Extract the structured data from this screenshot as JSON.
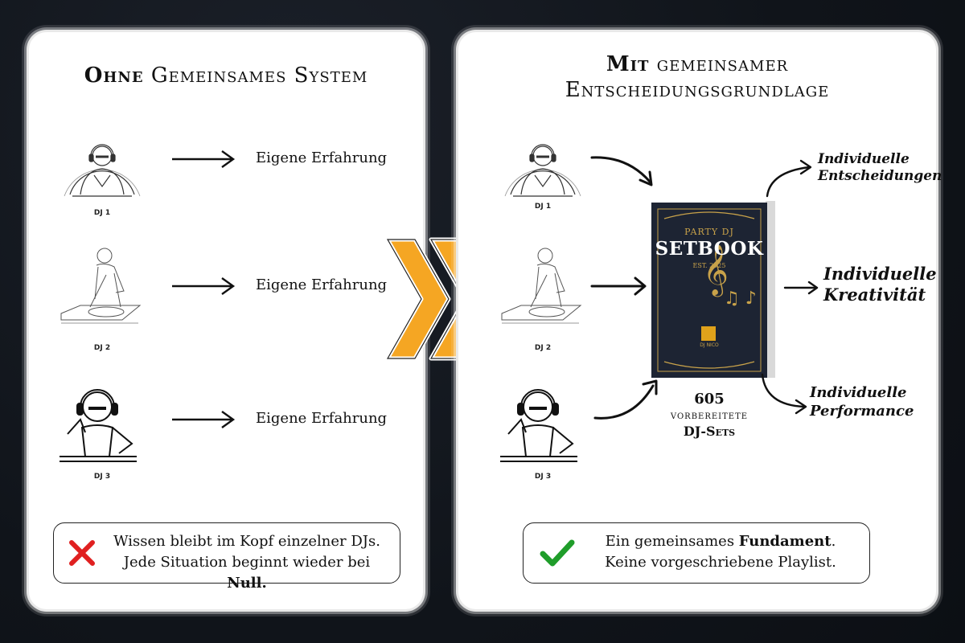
{
  "left": {
    "heading_bold": "Ohne",
    "heading_rest": "Gemeinsames System",
    "djs": [
      {
        "label": "DJ 1",
        "text": "Eigene Erfahrung"
      },
      {
        "label": "DJ 2",
        "text": "Eigene Erfahrung"
      },
      {
        "label": "DJ 3",
        "text": "Eigene Erfahrung"
      }
    ],
    "note": {
      "line1": "Wissen bleibt im Kopf einzelner DJs.",
      "line2_pre": "Jede Situation beginnt wieder bei ",
      "line2_bold": "Null."
    }
  },
  "right": {
    "heading_bold": "Mit",
    "heading_rest_line1": "gemeinsamer",
    "heading_line2": "Entscheidungsgrundlage",
    "djs": [
      {
        "label": "DJ 1"
      },
      {
        "label": "DJ 2"
      },
      {
        "label": "DJ 3"
      }
    ],
    "book": {
      "top": "PARTY DJ",
      "title": "SETBOOK",
      "est": "EST. 2025",
      "brand": "DJ NICO"
    },
    "stats": {
      "count": "605",
      "line2": "vorbereitete",
      "line3": "DJ-Sets"
    },
    "outcomes": [
      {
        "line1": "Individuelle",
        "line2": "Entscheidungen"
      },
      {
        "line1": "Individuelle",
        "line2": "Kreativität"
      },
      {
        "line1": "Individuelle",
        "line2": "Performance"
      }
    ],
    "note": {
      "line1_pre": "Ein gemeinsames ",
      "line1_bold": "Fundament",
      "line1_post": ".",
      "line2": "Keine vorgeschriebene Playlist."
    }
  },
  "colors": {
    "background": "#12161d",
    "chevron": "#f5a623",
    "cross": "#e02020",
    "check": "#1f9d2a",
    "book": "#1d2433",
    "gold": "#c8a24a"
  },
  "icons": {
    "cross": "x-mark-icon",
    "check": "check-mark-icon",
    "transition": "double-chevron-icon"
  }
}
